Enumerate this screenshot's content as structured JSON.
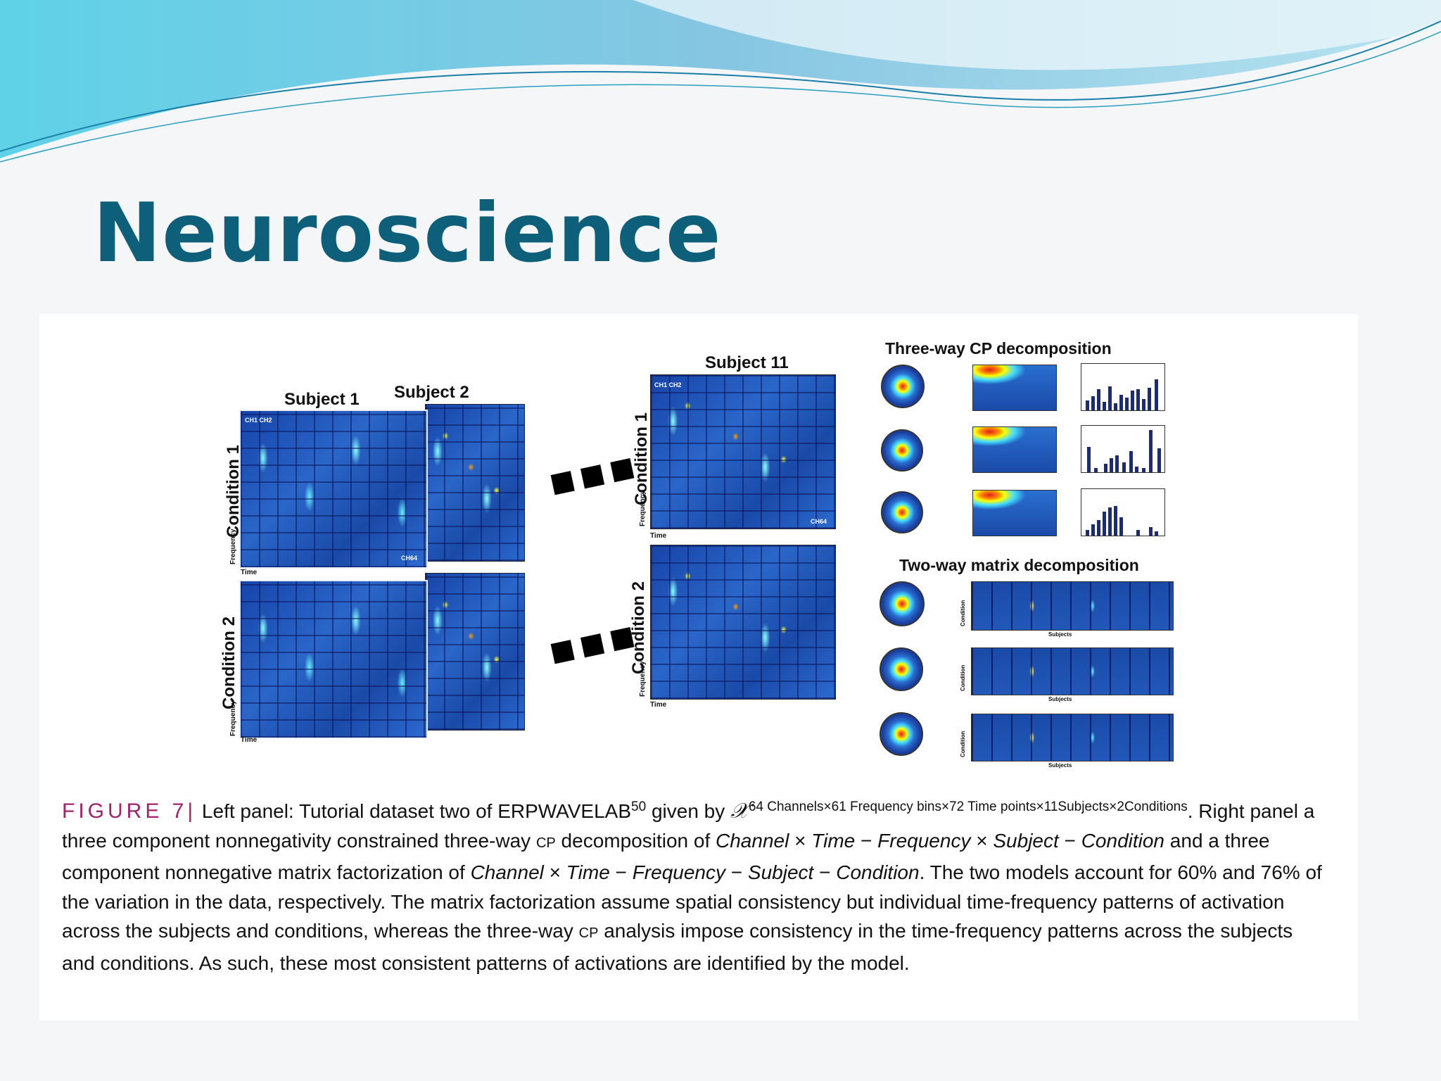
{
  "slide": {
    "title": "Neuroscience"
  },
  "figure": {
    "panel_labels": {
      "subject_1": "Subject 1",
      "subject_2": "Subject 2",
      "subject_11": "Subject 11",
      "condition_1": "Condition 1",
      "condition_2": "Condition 2",
      "frequency": "Frequency",
      "time": "Time",
      "ch1": "CH1",
      "ch2": "CH2",
      "ch64": "CH64",
      "three_way": "Three-way CP decomposition",
      "two_way": "Two-way matrix decomposition",
      "condition_small": "Condition",
      "subjects_small": "Subjects"
    },
    "caption": {
      "figure_label": "FIGURE 7",
      "separator": "|",
      "p1": " Left panel: Tutorial dataset two of ERPWAVELAB",
      "ref": "50",
      "p2": " given by ",
      "tensor_symbol": "𝒳",
      "tensor_dims": "64 Channels×61 Frequency bins×72 Time points×11Subjects×2Conditions",
      "p3": ". Right panel a three component nonnegativity constrained three-way ",
      "cp1": "CP",
      "p4": " decomposition of ",
      "m1_a": "Channel",
      "times1": " × ",
      "m1_b": "Time",
      "dash1": " − ",
      "m1_c": "Frequency",
      "times2": " × ",
      "m1_d": "Subject",
      "dash2": " − ",
      "m1_e": "Condition",
      "p5": " and a three component nonnegative matrix factorization of ",
      "m2_a": "Channel",
      "times3": " × ",
      "m2_b": "Time",
      "dash3": " − ",
      "m2_c": "Frequency",
      "dash4": " − ",
      "m2_d": "Subject",
      "dash5": " − ",
      "m2_e": "Condition",
      "p6": ". The two models account for 60% and 76% of the variation in the data, respectively. The matrix factorization assume spatial consistency but individual time-frequency patterns of activation across the subjects and conditions, whereas the three-way ",
      "cp2": "CP",
      "p7": " analysis impose consistency in the time-frequency patterns across the subjects and conditions. As such, these most consistent patterns of activations are identified by the model."
    }
  },
  "colors": {
    "title": "#0e5f7a",
    "figure_label": "#a0246a",
    "wave_light": "#7fd6e6",
    "wave_dark": "#1a7fa8"
  }
}
